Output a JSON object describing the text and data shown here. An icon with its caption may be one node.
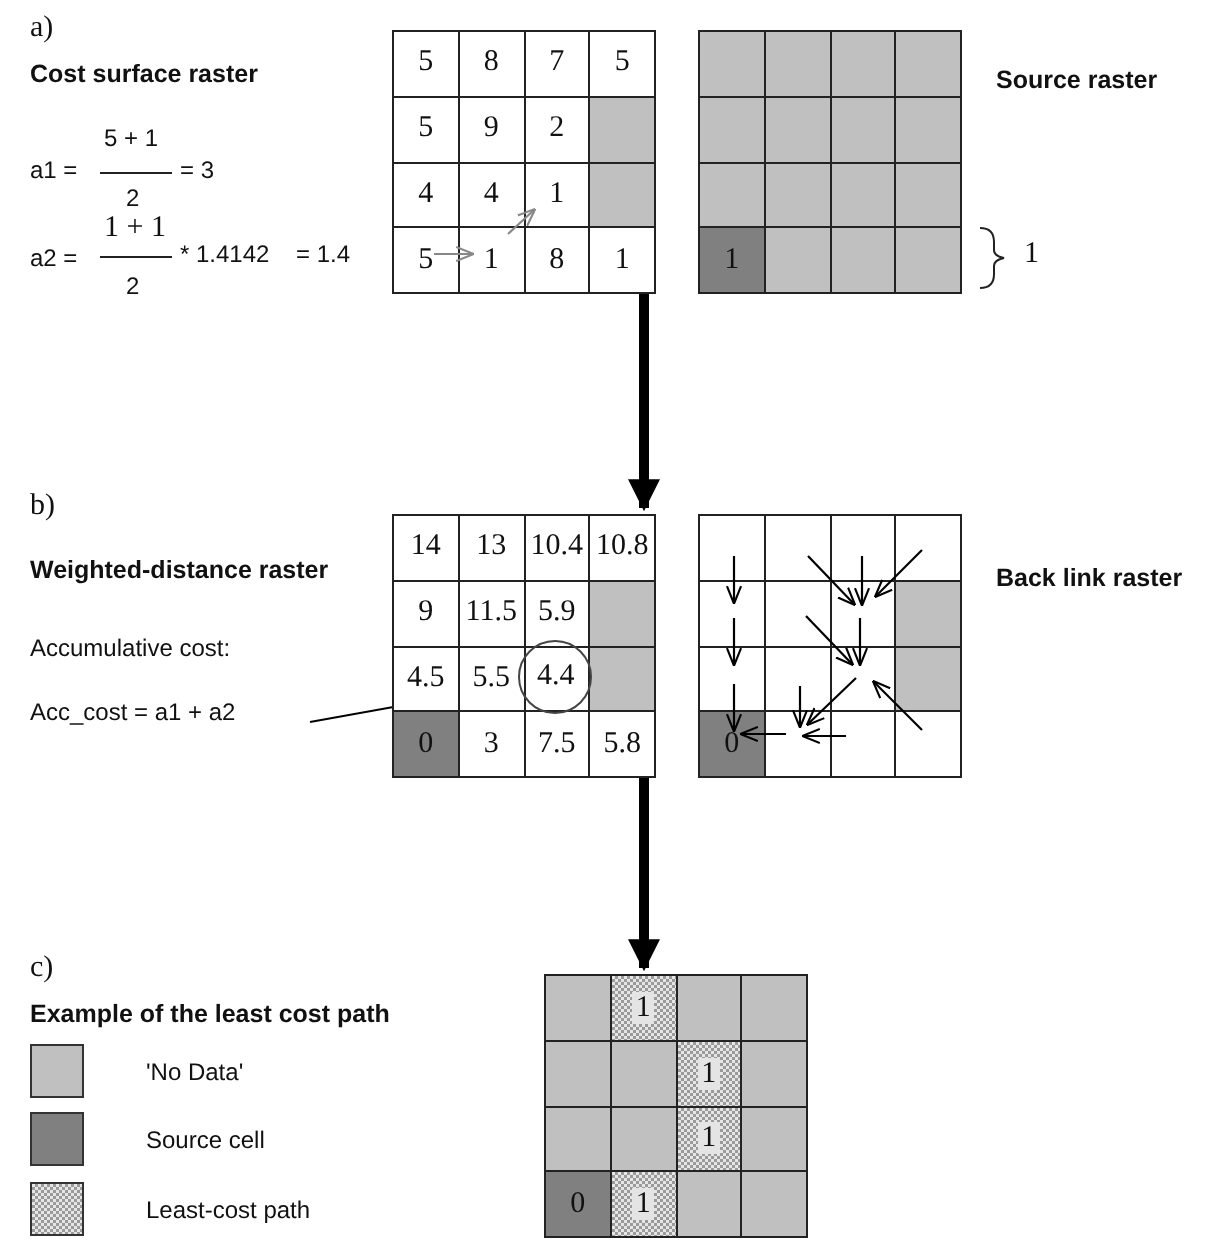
{
  "diagram": {
    "nodes": [
      {
        "text": [],
        "shape": "box"
      },
      {
        "text": [],
        "shape": "box",
        "beside": [
          "Source raster"
        ]
      },
      {
        "text": [],
        "shape": "box"
      },
      {
        "text": [
          "4.4"
        ],
        "in": 2
      },
      {
        "text": [],
        "shape": "box",
        "beside": [
          "Back link raster"
        ]
      },
      {
        "text": [],
        "shape": "box"
      },
      {
        "text": [
          "Acc_cost = a1 + a2"
        ]
      }
    ],
    "edges": [
      {
        "from": 0,
        "to": 2,
        "arrow": "to"
      },
      {
        "from": 2,
        "to": 5,
        "arrow": "to"
      },
      {
        "from": 6,
        "to": 3,
        "arrow": "to"
      }
    ],
    "labels": [
      "a)",
      "Cost surface raster",
      "a1 =",
      "5 + 1",
      "2",
      "= 3",
      "a2 =",
      "1 + 1",
      "2",
      "* 1.4142",
      "= 1.4",
      "5",
      "8",
      "7",
      "5",
      "5",
      "9",
      "2",
      "4",
      "4",
      "1",
      "5",
      "1",
      "8",
      "1",
      "1",
      "1",
      "b)",
      "Weighted-distance raster",
      "Accumulative cost:",
      "14",
      "13",
      "10.4",
      "10.8",
      "9",
      "11.5",
      "5.9",
      "4.5",
      "5.5",
      "0",
      "3",
      "7.5",
      "5.8",
      "0",
      "c)",
      "Example of the least cost path",
      "1",
      "1",
      "1",
      "0",
      "1"
    ],
    "legend": [
      {
        "text": "'No Data'",
        "color": "#c0c0c0"
      },
      {
        "text": "Source cell",
        "color": "#808080"
      },
      {
        "text": "Least-cost path"
      }
    ]
  }
}
